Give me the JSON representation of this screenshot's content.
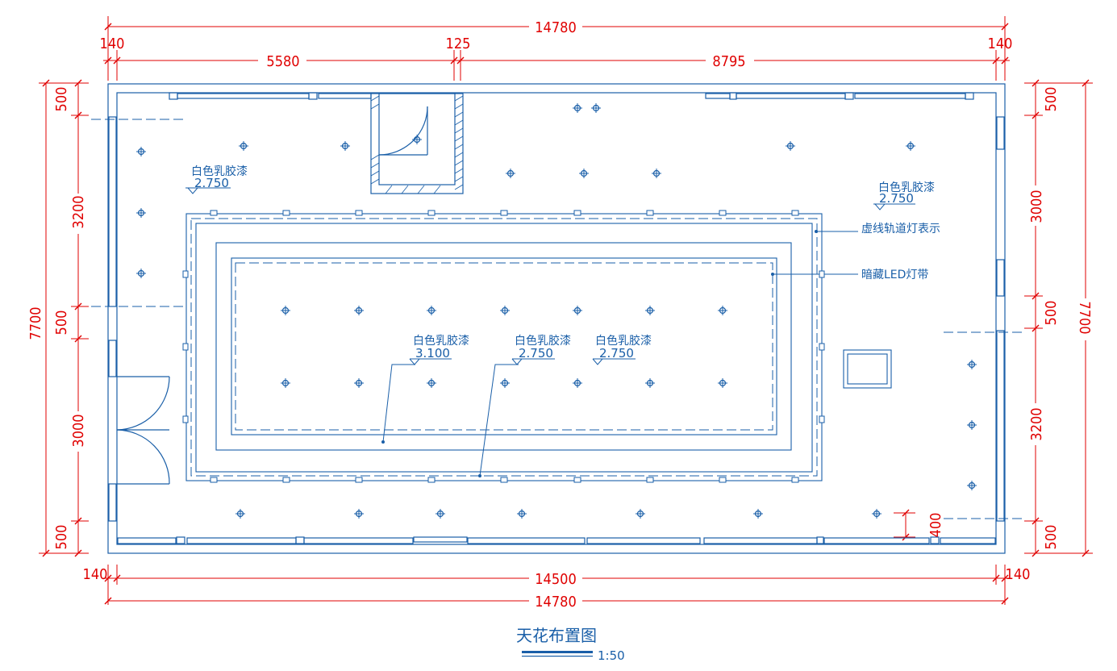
{
  "dimensions": {
    "top_total": "14780",
    "top_left_edge": "140",
    "top_left_span": "5580",
    "top_mid_gap": "125",
    "top_right_span": "8795",
    "top_right_edge": "140",
    "left_total": "7700",
    "left_top": "500",
    "left_upper": "3200",
    "left_mid": "500",
    "left_lower": "3000",
    "left_bottom": "500",
    "right_total": "7700",
    "right_top": "500",
    "right_upper": "3000",
    "right_mid": "500",
    "right_lower": "3200",
    "right_bottom": "500",
    "bottom_inner": "14500",
    "bottom_left_edge": "140",
    "bottom_right_edge": "140",
    "bottom_total": "14780",
    "small_offset": "400"
  },
  "labels": {
    "paint_material": "白色乳胶漆",
    "elev_tl": "2.750",
    "elev_tr": "2.750",
    "elev_c1": "3.100",
    "elev_c2": "2.750",
    "elev_c3": "2.750",
    "track_light_note": "虚线轨道灯表示",
    "led_note": "暗藏LED灯带"
  },
  "title": {
    "name": "天花布置图",
    "scale": "1:50"
  },
  "colors": {
    "dimension": "#e00000",
    "linework": "#1a5fa8"
  }
}
